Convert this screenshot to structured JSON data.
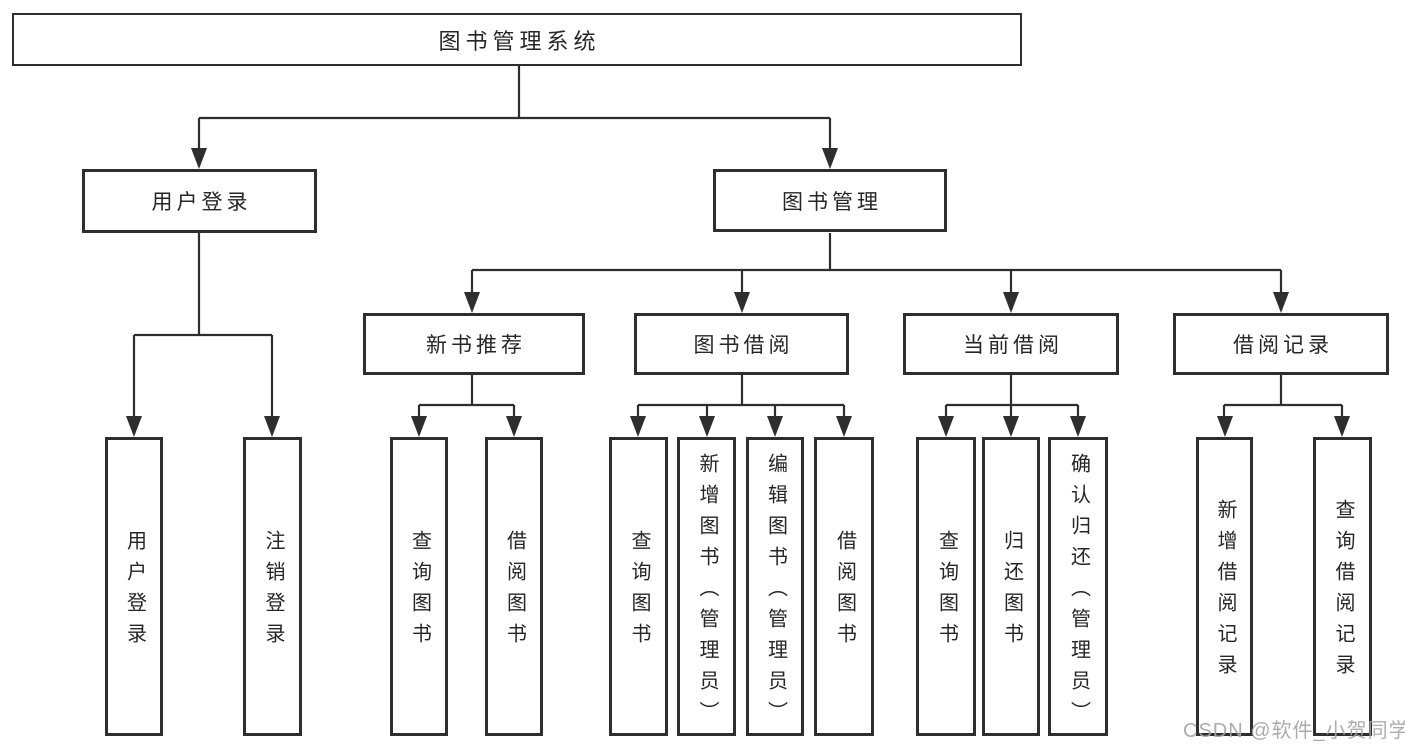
{
  "diagram": {
    "tree": {
      "label": "图书管理系统",
      "children": [
        {
          "label": "用户登录",
          "children": [
            {
              "label": "用户登录"
            },
            {
              "label": "注销登录"
            }
          ]
        },
        {
          "label": "图书管理",
          "children": [
            {
              "label": "新书推荐",
              "children": [
                {
                  "label": "查询图书"
                },
                {
                  "label": "借阅图书"
                }
              ]
            },
            {
              "label": "图书借阅",
              "children": [
                {
                  "label": "查询图书"
                },
                {
                  "label": "新增图书（管理员）"
                },
                {
                  "label": "编辑图书（管理员）"
                },
                {
                  "label": "借阅图书"
                }
              ]
            },
            {
              "label": "当前借阅",
              "children": [
                {
                  "label": "查询图书"
                },
                {
                  "label": "归还图书"
                },
                {
                  "label": "确认归还（管理员）"
                }
              ]
            },
            {
              "label": "借阅记录",
              "children": [
                {
                  "label": "新增借阅记录"
                },
                {
                  "label": "查询借阅记录"
                }
              ]
            }
          ]
        }
      ]
    }
  },
  "watermark": {
    "text": "CSDN @软件_小贺同学"
  },
  "colors": {
    "line": "#2e2e2e",
    "text": "#262626",
    "background": "#ffffff",
    "watermark": "#a6a6a6"
  }
}
